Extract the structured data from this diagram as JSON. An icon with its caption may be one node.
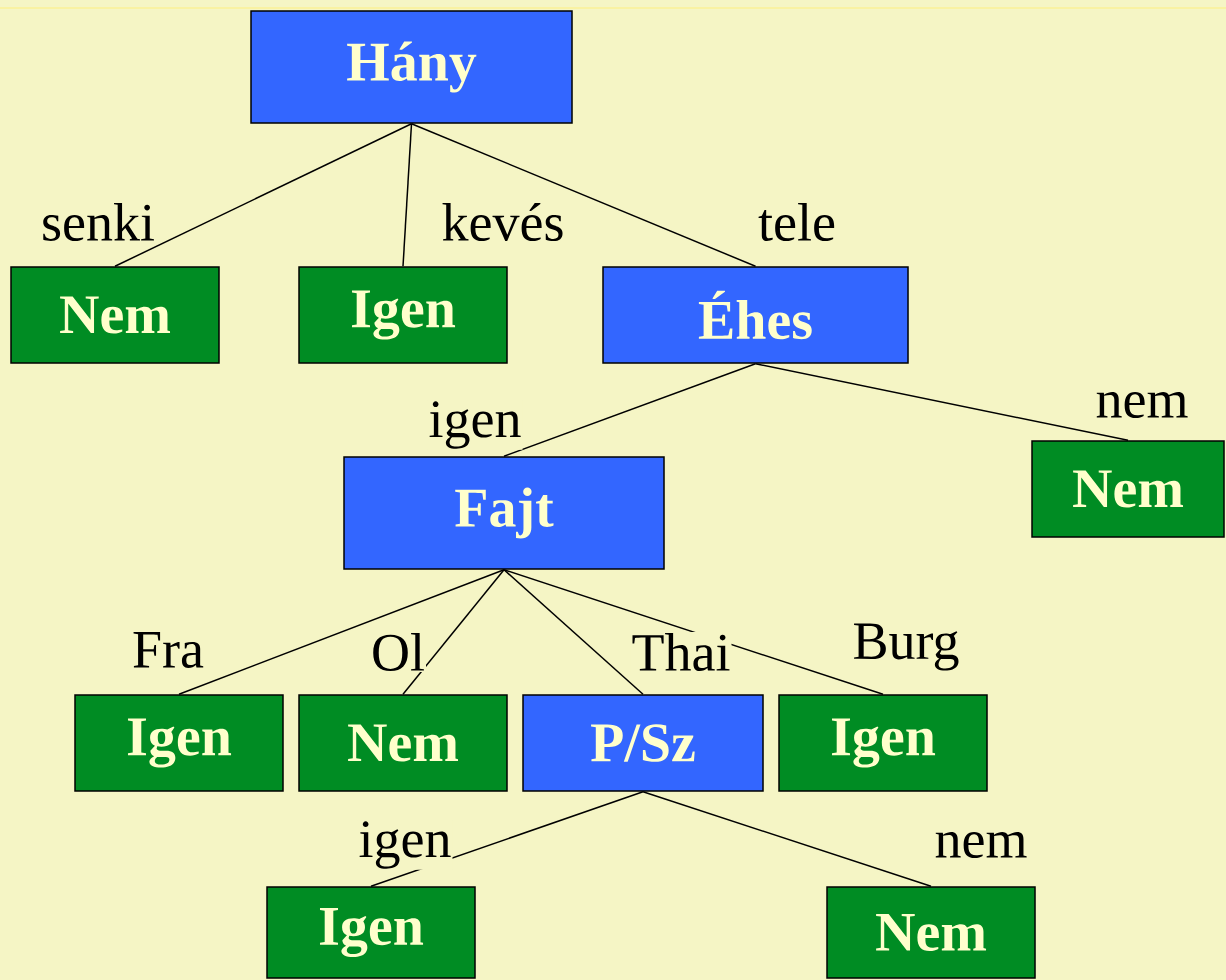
{
  "diagram": {
    "nodes": [
      {
        "text": [
          "Hány"
        ]
      },
      {
        "text": [
          "Nem"
        ]
      },
      {
        "text": [
          "Igen"
        ]
      },
      {
        "text": [
          "Éhes"
        ]
      },
      {
        "text": [
          "Fajt"
        ]
      },
      {
        "text": [
          "Nem"
        ]
      },
      {
        "text": [
          "Igen"
        ]
      },
      {
        "text": [
          "Nem"
        ]
      },
      {
        "text": [
          "P/Sz"
        ]
      },
      {
        "text": [
          "Igen"
        ]
      },
      {
        "text": [
          "Igen"
        ]
      },
      {
        "text": [
          "Nem"
        ]
      }
    ],
    "edges": [
      {
        "from": 0,
        "to": 1,
        "arrow": "none",
        "label": "senki"
      },
      {
        "from": 0,
        "to": 2,
        "arrow": "none",
        "label": "kevés"
      },
      {
        "from": 0,
        "to": 3,
        "arrow": "none",
        "label": "tele"
      },
      {
        "from": 3,
        "to": 4,
        "arrow": "none",
        "label": "igen"
      },
      {
        "from": 3,
        "to": 5,
        "arrow": "none",
        "label": "nem"
      },
      {
        "from": 4,
        "to": 6,
        "arrow": "none",
        "label": "Fra"
      },
      {
        "from": 4,
        "to": 7,
        "arrow": "none",
        "label": "Ol"
      },
      {
        "from": 4,
        "to": 8,
        "arrow": "none",
        "label": "Thai"
      },
      {
        "from": 4,
        "to": 9,
        "arrow": "none",
        "label": "Burg"
      },
      {
        "from": 8,
        "to": 10,
        "arrow": "none",
        "label": "igen"
      },
      {
        "from": 8,
        "to": 11,
        "arrow": "none",
        "label": "nem"
      }
    ]
  }
}
